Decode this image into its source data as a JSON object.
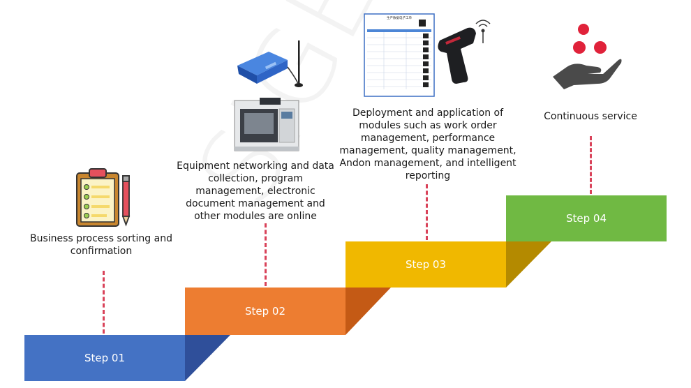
{
  "watermark": "SIGER",
  "steps": [
    {
      "label": "Step 01",
      "color": "#4472c4",
      "caption": "Business process sorting and confirmation",
      "icon": "clipboard-checklist-icon"
    },
    {
      "label": "Step 02",
      "color": "#ed7d31",
      "caption": "Equipment networking and data collection, program management, electronic document management and other modules are online",
      "icon": "iot-gateway-and-cnc-machine-icon"
    },
    {
      "label": "Step 03",
      "color": "#f0b800",
      "caption": "Deployment and application of modules such as work order management, performance management, quality management, Andon management, and intelligent reporting",
      "icon": "work-order-and-barcode-scanner-icon"
    },
    {
      "label": "Step 04",
      "color": "#70b943",
      "caption": "Continuous service",
      "icon": "hand-with-dots-icon"
    }
  ],
  "accent_colors": {
    "dash": "#d9435a",
    "dots": "#e0223a",
    "hand": "#4a4a4a"
  },
  "document": {
    "title": "生产数据电子工单"
  }
}
